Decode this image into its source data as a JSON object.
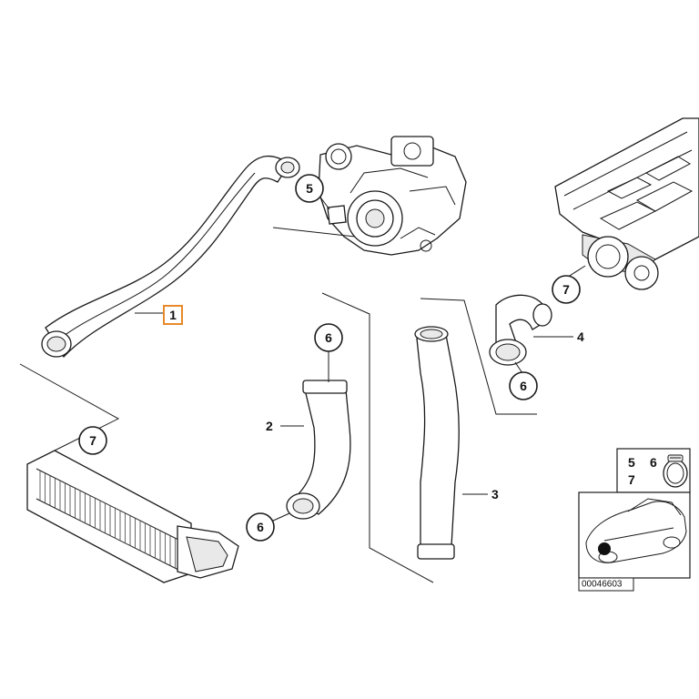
{
  "callouts": {
    "c1": "1",
    "c2": "2",
    "c3": "3",
    "c4": "4",
    "c5": "5",
    "c6a": "6",
    "c6b": "6",
    "c6c": "6",
    "c7a": "7",
    "c7b": "7"
  },
  "legend": {
    "n5": "5",
    "n6": "6",
    "n7": "7"
  },
  "reference_number": "00046603",
  "colors": {
    "highlight": "#e8892a",
    "line": "#1a1a1a"
  }
}
